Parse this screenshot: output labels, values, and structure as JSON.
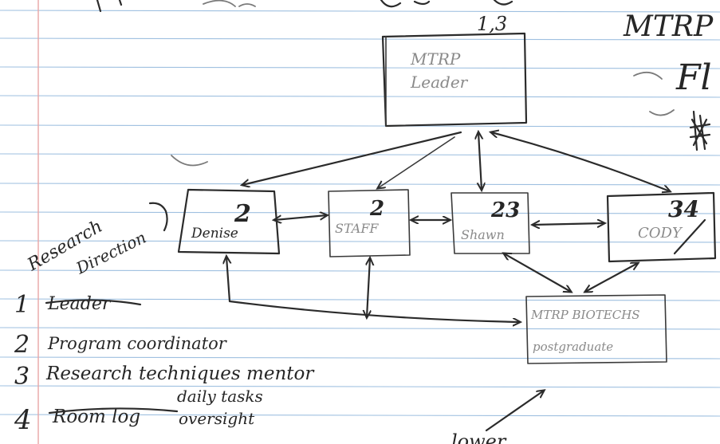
{
  "page_corner_title": "MTRP",
  "page_corner_title_2": "Fl",
  "nodes": {
    "leader": {
      "label_line1": "MTRP",
      "label_line2": "Leader",
      "number": "1,3"
    },
    "denise": {
      "label": "Denise",
      "number": "2"
    },
    "staff": {
      "label": "STAFF",
      "number": "2"
    },
    "shawn": {
      "label": "Shawn",
      "number": "23"
    },
    "cody": {
      "label": "CODY",
      "number": "34"
    },
    "biotech": {
      "label_line1": "MTRP BIOTECHS",
      "label_line2": "postgraduate"
    }
  },
  "legend": {
    "title_line1": "Research",
    "title_line2": "Direction",
    "items": [
      {
        "num": "1",
        "text": "Leader",
        "struck": true
      },
      {
        "num": "2",
        "text": "Program coordinator",
        "struck": false
      },
      {
        "num": "3",
        "text": "Research techniques mentor",
        "struck": false
      },
      {
        "num": "4",
        "text": "Room log",
        "struck": true,
        "extra_line1": "daily tasks",
        "extra_line2": "oversight"
      }
    ]
  },
  "bottom_fragment": "lower"
}
